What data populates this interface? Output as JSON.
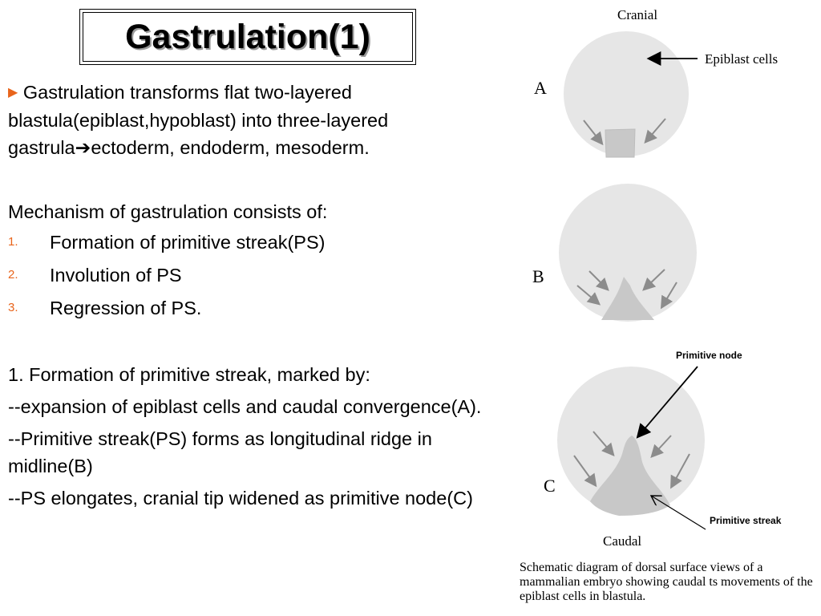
{
  "slide": {
    "title": "Gastrulation(1)",
    "intro_bullet": "Gastrulation transforms flat two-layered blastula(epiblast,hypoblast) into three-layered gastrula",
    "intro_arrow": "➔",
    "intro_tail": "ectoderm, endoderm, mesoderm.",
    "mechanism_heading": "Mechanism of gastrulation consists of:",
    "mechanism_steps": [
      {
        "num": "1.",
        "text": "Formation of primitive streak(PS)"
      },
      {
        "num": "2.",
        "text": "Involution of PS"
      },
      {
        "num": "3.",
        "text": "Regression of PS."
      }
    ],
    "formation_heading": "1. Formation of primitive streak, marked by:",
    "formation_points": [
      "--expansion of epiblast cells and caudal convergence(A).",
      "--Primitive streak(PS) forms as longitudinal ridge in midline(B)",
      "--PS elongates, cranial tip widened as primitive node(C)"
    ]
  },
  "figure": {
    "label_cranial": "Cranial",
    "label_epiblast": "Epiblast cells",
    "label_a": "A",
    "label_b": "B",
    "label_c": "C",
    "label_node": "Primitive node",
    "label_streak": "Primitive streak",
    "label_caudal": "Caudal",
    "caption": "Schematic diagram of dorsal surface views of a mammalian embryo showing caudal ts movements of the epiblast cells in blastula."
  },
  "colors": {
    "accent": "#e8641b",
    "embryo_fill": "#e6e6e6",
    "streak_fill": "#c8c8c8",
    "arrow_gray": "#8c8c8c"
  }
}
